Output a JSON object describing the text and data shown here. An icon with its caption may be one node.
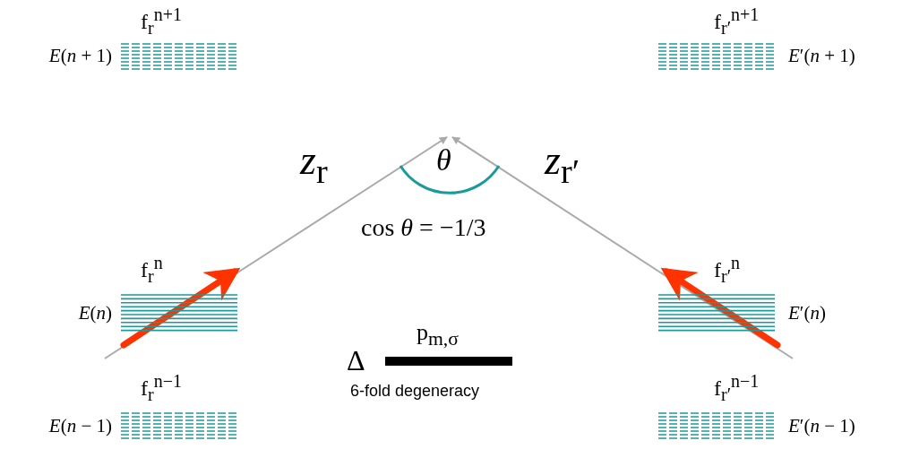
{
  "diagram": {
    "nodes": [
      {
        "text": [
          "f$_{r}$$^{n+1}$"
        ],
        "beside": [
          "*E*(*n* + 1)"
        ]
      },
      {
        "text": [
          "f$_{r′}$$^{n+1}$"
        ],
        "beside": [
          "*E*′(*n* + 1)"
        ]
      },
      {
        "text": [
          "f$_{r}$$^{n}$"
        ],
        "beside": [
          "*E*(*n*)"
        ]
      },
      {
        "text": [
          "f$_{r′}$$^{n}$"
        ],
        "beside": [
          "*E*′(*n*)"
        ]
      },
      {
        "text": [
          "p$_{m,σ}$"
        ],
        "beside": [
          "Δ",
          "6-fold degeneracy"
        ]
      },
      {
        "text": [
          "f$_{r}$$^{n−1}$"
        ],
        "beside": [
          "*E*(*n* − 1)"
        ]
      },
      {
        "text": [
          "f$_{r′}$$^{n−1}$"
        ],
        "beside": [
          "*E*′(*n* − 1)"
        ]
      }
    ],
    "edges": [],
    "labels": [
      "*z*$_{r}$",
      "*θ*",
      "*z*$_{r′}$",
      "cos *θ* = −1/3"
    ]
  }
}
